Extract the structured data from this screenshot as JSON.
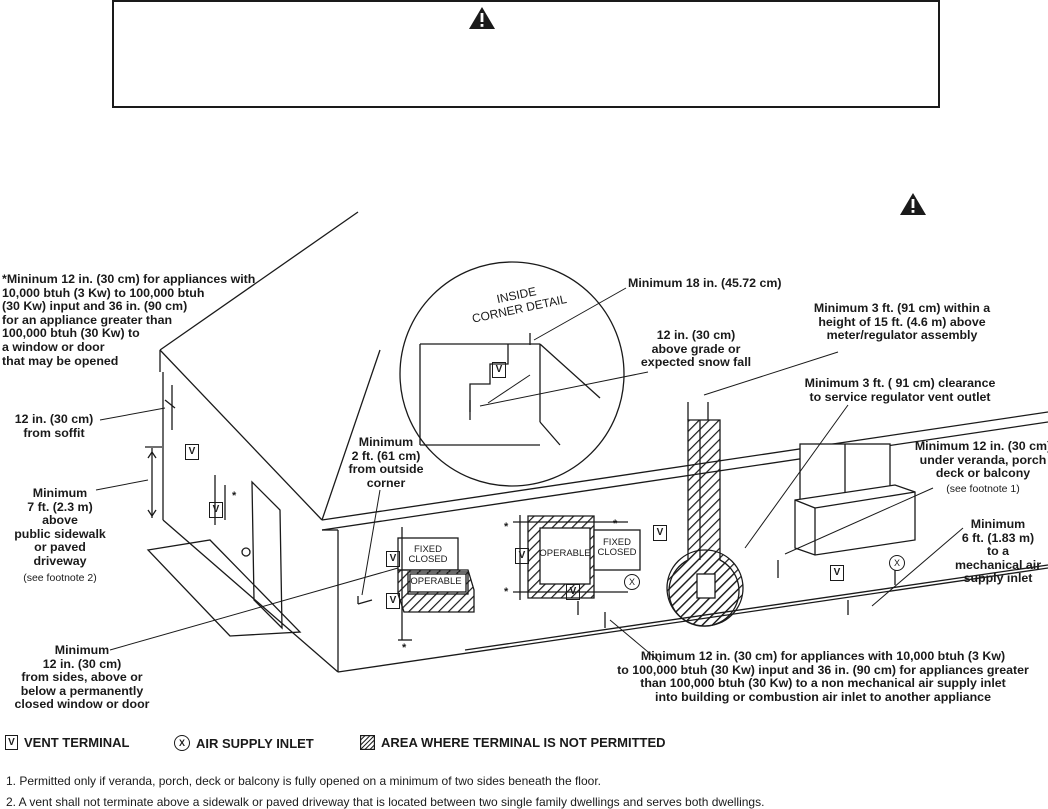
{
  "warning": {
    "icon": "warning-triangle-icon"
  },
  "labels": {
    "min_12_appliances": "*Mininum 12 in. (30 cm) for appliances with\n 10,000 btuh (3 Kw) to 100,000 btuh\n (30 Kw) input and 36 in. (90 cm)\n for an appliance greater than\n 100,000 btuh (30 Kw) to\n a window or door\n that may be opened",
    "soffit": "12 in. (30 cm)\nfrom soffit",
    "min_7ft_line1": "Minimum\n7 ft. (2.3 m)\nabove\npublic sidewalk\nor paved\ndriveway",
    "footnote2_ref": "(see footnote 2)",
    "min_12_sides": "Minimum\n12 in. (30 cm)\nfrom sides, above or\nbelow a permanently\nclosed window or door",
    "inside_corner": "INSIDE\nCORNER DETAIL",
    "min_18": "Minimum 18 in. (45.72 cm)",
    "above_grade": "12 in. (30 cm)\nabove grade or\nexpected snow fall",
    "min_2ft": "Minimum\n2 ft. (61 cm)\nfrom outside\ncorner",
    "min_3ft_meter": "Minimum 3 ft. (91 cm) within a\nheight of 15 ft. (4.6 m) above\nmeter/regulator assembly",
    "min_3ft_regulator": "Minimum 3 ft. ( 91 cm) clearance\nto service regulator vent outlet",
    "veranda": "Minimum 12 in. (30 cm)\nunder veranda, porch\ndeck or balcony",
    "footnote1_ref": "(see footnote 1)",
    "min_6ft": "Minimum\n6 ft. (1.83 m)\nto a\nmechanical air\nsupply inlet",
    "min_12_nonmech": "Minimum 12 in. (30 cm) for appliances with 10,000 btuh (3 Kw)\nto 100,000 btuh (30 Kw) input and 36 in. (90 cm) for appliances greater\nthan 100,000 btuh (30 Kw) to a non mechanical air supply inlet\ninto building or combustion air inlet to another appliance",
    "fixed_closed": "FIXED\nCLOSED",
    "operable": "OPERABLE",
    "v": "V",
    "x": "X",
    "star": "*"
  },
  "legend": {
    "vent_terminal": "VENT TERMINAL",
    "air_supply_inlet": "AIR SUPPLY INLET",
    "not_permitted": "AREA WHERE TERMINAL IS NOT PERMITTED"
  },
  "footnotes": [
    "1. Permitted only if veranda, porch, deck or balcony is fully opened on a minimum of two sides beneath the floor.",
    "2. A vent shall not terminate above a sidewalk or paved driveway that is located between two single family dwellings and serves both dwellings."
  ]
}
